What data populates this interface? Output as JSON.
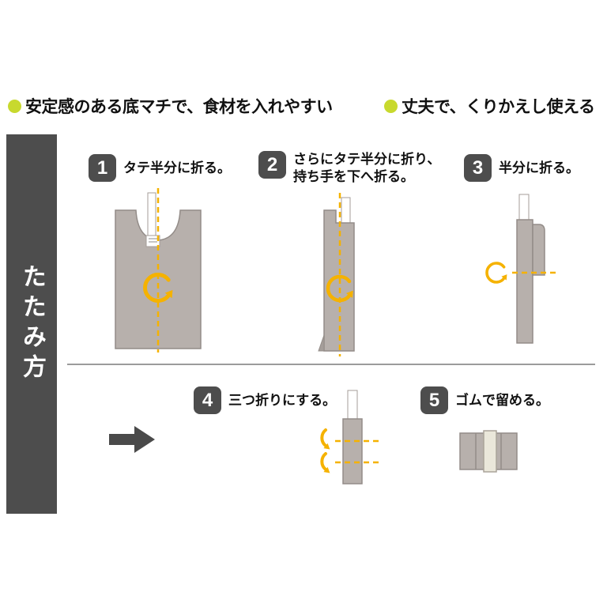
{
  "features": [
    {
      "text": "安定感のある底マチで、食材を入れやすい"
    },
    {
      "text": "丈夫で、くりかえし使える"
    }
  ],
  "sidebar": {
    "title": "たたみ方"
  },
  "steps": [
    {
      "number": "1",
      "label": "タテ半分に折る。"
    },
    {
      "number": "2",
      "label": "さらにタテ半分に折り、\n持ち手を下へ折る。"
    },
    {
      "number": "3",
      "label": "半分に折る。"
    },
    {
      "number": "4",
      "label": "三つ折りにする。"
    },
    {
      "number": "5",
      "label": "ゴムで留める。"
    }
  ],
  "colors": {
    "bullet_green": "#c8d92e",
    "accent_yellow": "#f5b200",
    "panel_gray": "#4d4d4d",
    "bag_fill": "#b7b0ac",
    "divider_gray": "#9b9b9b"
  }
}
